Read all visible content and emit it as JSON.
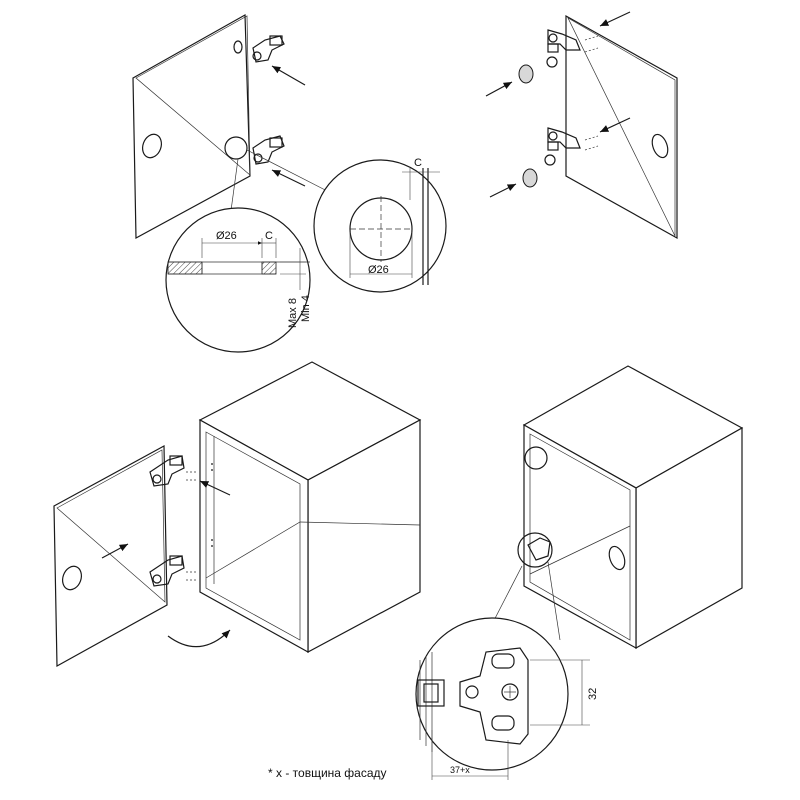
{
  "labels": {
    "diam_a": "Ø26",
    "c_a": "C",
    "diam_b": "Ø26",
    "c_b": "C",
    "max": "Max 8",
    "min": "Min 4",
    "dim_32": "32",
    "dim_37": "37+x"
  },
  "footnote": "* x - товщина фасаду"
}
